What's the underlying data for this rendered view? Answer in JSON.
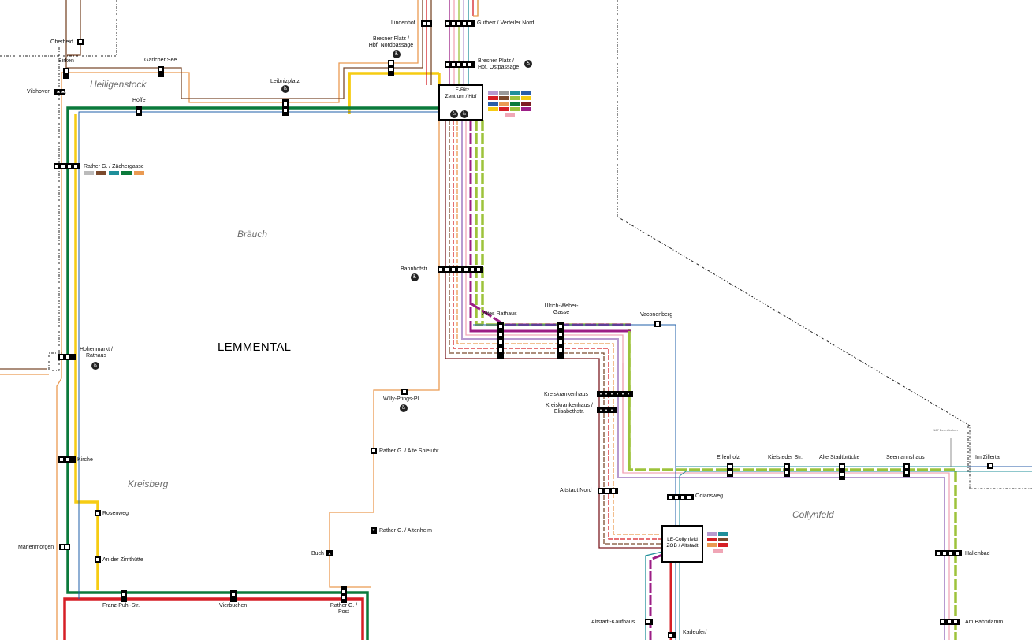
{
  "map": {
    "town": "LEMMENTAL",
    "districts": [
      "Heiligenstock",
      "Bräuch",
      "Kreisberg",
      "Collynfeld"
    ],
    "hubs": {
      "ritz": [
        "LE-Ritz",
        "Zentrum / Hbf"
      ],
      "collynfeld": [
        "LE-Collynfeld",
        "ZOB / Altstadt"
      ]
    },
    "border_note": "167 Dermlörchen",
    "stops": {
      "lindenhof": "Lindenhof",
      "gutherr": "Gutherr / Verteiler Nord",
      "bresner_nord": [
        "Bresner Platz /",
        "Hbf. Nordpassage"
      ],
      "bresner_ost": [
        "Bresner Platz /",
        "Hbf. Ostpassage"
      ],
      "oberheid": "Oberheid",
      "birken": "Birken",
      "gaericher_see": "Gäricher See",
      "vilshoven": "Vilshoven",
      "hoeffe": "Höffe",
      "leibnizplatz": "Leibnizplatz",
      "rather_zaecher": "Rather G. / Zächergasse",
      "bahnhofstr": "Bahnhofstr.",
      "altes_rathaus": "Altes Rathaus",
      "ulrich_weber": [
        "Ulrich-Weber-",
        "Gasse"
      ],
      "vaconenberg": "Vaconenberg",
      "hohenmarkt": [
        "Hohenmarkt /",
        "Rathaus"
      ],
      "willy_pfings": "Willy-Pfings-Pl.",
      "kreiskrankenhaus": "Kreiskrankenhaus",
      "kreiskrankenhaus_elisabeth": [
        "Kreiskrankenhaus /",
        "Elisabethstr."
      ],
      "rather_spieluhr": "Rather G. / Alte Spieluhr",
      "kirche": "Kirche",
      "erlenholz": "Erlenholz",
      "kiefsteder": "Kiefsteder Str.",
      "alte_stadtbruecke": "Alte Stadtbrücke",
      "seemannshaus": "Seemannshaus",
      "im_zillertal": "Im Zillertal",
      "altstadt_nord": "Altstadt Nord",
      "odiansweg": "Odiansweg",
      "rosenweg": "Rosenweg",
      "rather_altenheim": "Rather G. / Altenheim",
      "marienmorgen": "Marienmorgen",
      "buch": "Buch",
      "hallenbad": "Hallenbad",
      "an_der_zimthuette": "An der Zimthütte",
      "franz_puhl": "Franz-Puhl-Str.",
      "vierbuchen": "Vierbuchen",
      "rather_post": [
        "Rather G. /",
        "Post"
      ],
      "altstadt_kaufhaus": "Altstadt-Kaufhaus",
      "kadeufer": "Kadeufer/",
      "am_bahndamm": "Am Bahndamm"
    },
    "line_colors": {
      "green": "#0b7a3b",
      "yellow": "#f6cc12",
      "red": "#d61f26",
      "orange": "#ea9a52",
      "brown": "#7b4a2d",
      "darkred": "#7d1c22",
      "purple": "#9c1e86",
      "lime": "#9dc33c",
      "lilac": "#b79ad0",
      "pink": "#f0a6b6",
      "teal": "#1f8f9a",
      "blue": "#2a5ea8",
      "darkgreen": "#14623a",
      "grey": "#9a9a9a"
    }
  }
}
